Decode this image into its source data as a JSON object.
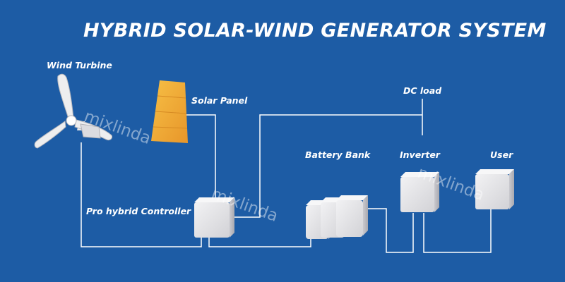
{
  "title": "HYBRID SOLAR-WIND GENERATOR SYSTEM",
  "labels": {
    "wind_turbine": "Wind Turbine",
    "solar_panel": "Solar Panel",
    "dc_load": "DC load",
    "battery_bank": "Battery Bank",
    "inverter": "Inverter",
    "user": "User",
    "controller": "Pro hybrid Controller"
  },
  "watermark": "mixlinda",
  "colors": {
    "background": "#1d5ca5",
    "wire": "#ffffff",
    "solar_panel": "#f1aa2e",
    "device": "#e6e6e8"
  }
}
